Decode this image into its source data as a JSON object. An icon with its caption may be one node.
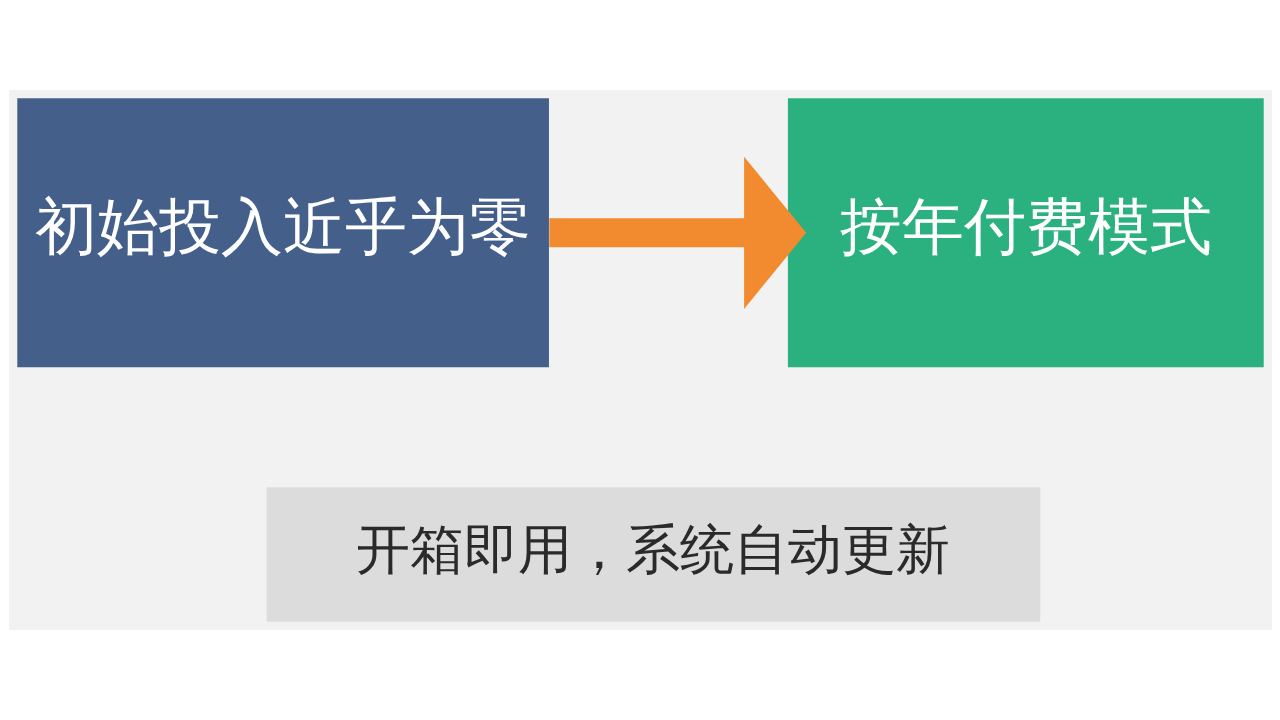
{
  "diagram": {
    "nodes": [
      {
        "text": [
          "初始投入近乎为零"
        ]
      },
      {
        "text": [
          "按年付费模式"
        ]
      },
      {
        "text": [
          "开箱即用，系统自动更新"
        ]
      }
    ],
    "edges": [
      {
        "from": 0,
        "to": 1,
        "arrow": "to",
        "color": "#f28a30"
      }
    ]
  }
}
